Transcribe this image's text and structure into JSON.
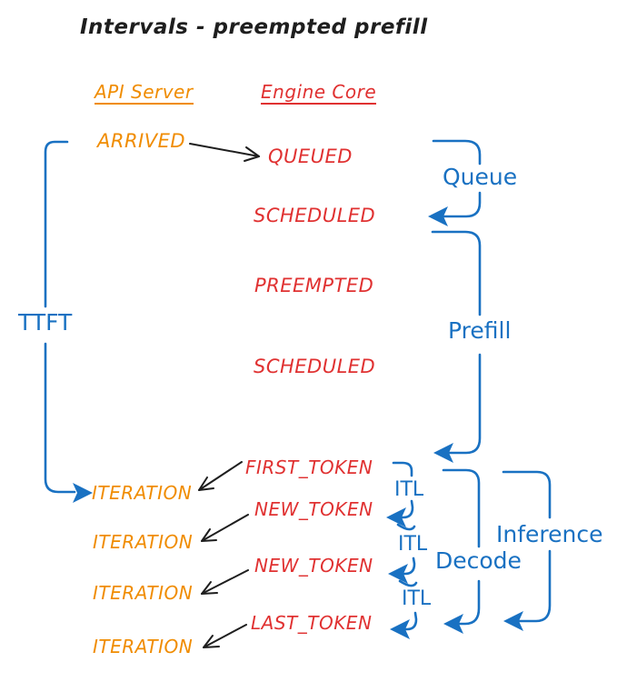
{
  "title": "Intervals - preempted prefill",
  "colors": {
    "orange": "#f08c00",
    "red": "#e03131",
    "blue": "#1971c2",
    "ink": "#1e1e1e"
  },
  "columns": {
    "api_server": "API Server",
    "engine_core": "Engine Core"
  },
  "api_events": {
    "arrived": "ARRIVED",
    "iterations": [
      "ITERATION",
      "ITERATION",
      "ITERATION",
      "ITERATION"
    ]
  },
  "engine_events": {
    "queued": "QUEUED",
    "scheduled1": "SCHEDULED",
    "preempted": "PREEMPTED",
    "scheduled2": "SCHEDULED",
    "first_token": "FIRST_TOKEN",
    "new_token1": "NEW_TOKEN",
    "new_token2": "NEW_TOKEN",
    "last_token": "LAST_TOKEN"
  },
  "intervals": {
    "ttft": "TTFT",
    "queue": "Queue",
    "prefill": "Prefill",
    "decode": "Decode",
    "inference": "Inference",
    "itl": [
      "ITL",
      "ITL",
      "ITL"
    ]
  }
}
